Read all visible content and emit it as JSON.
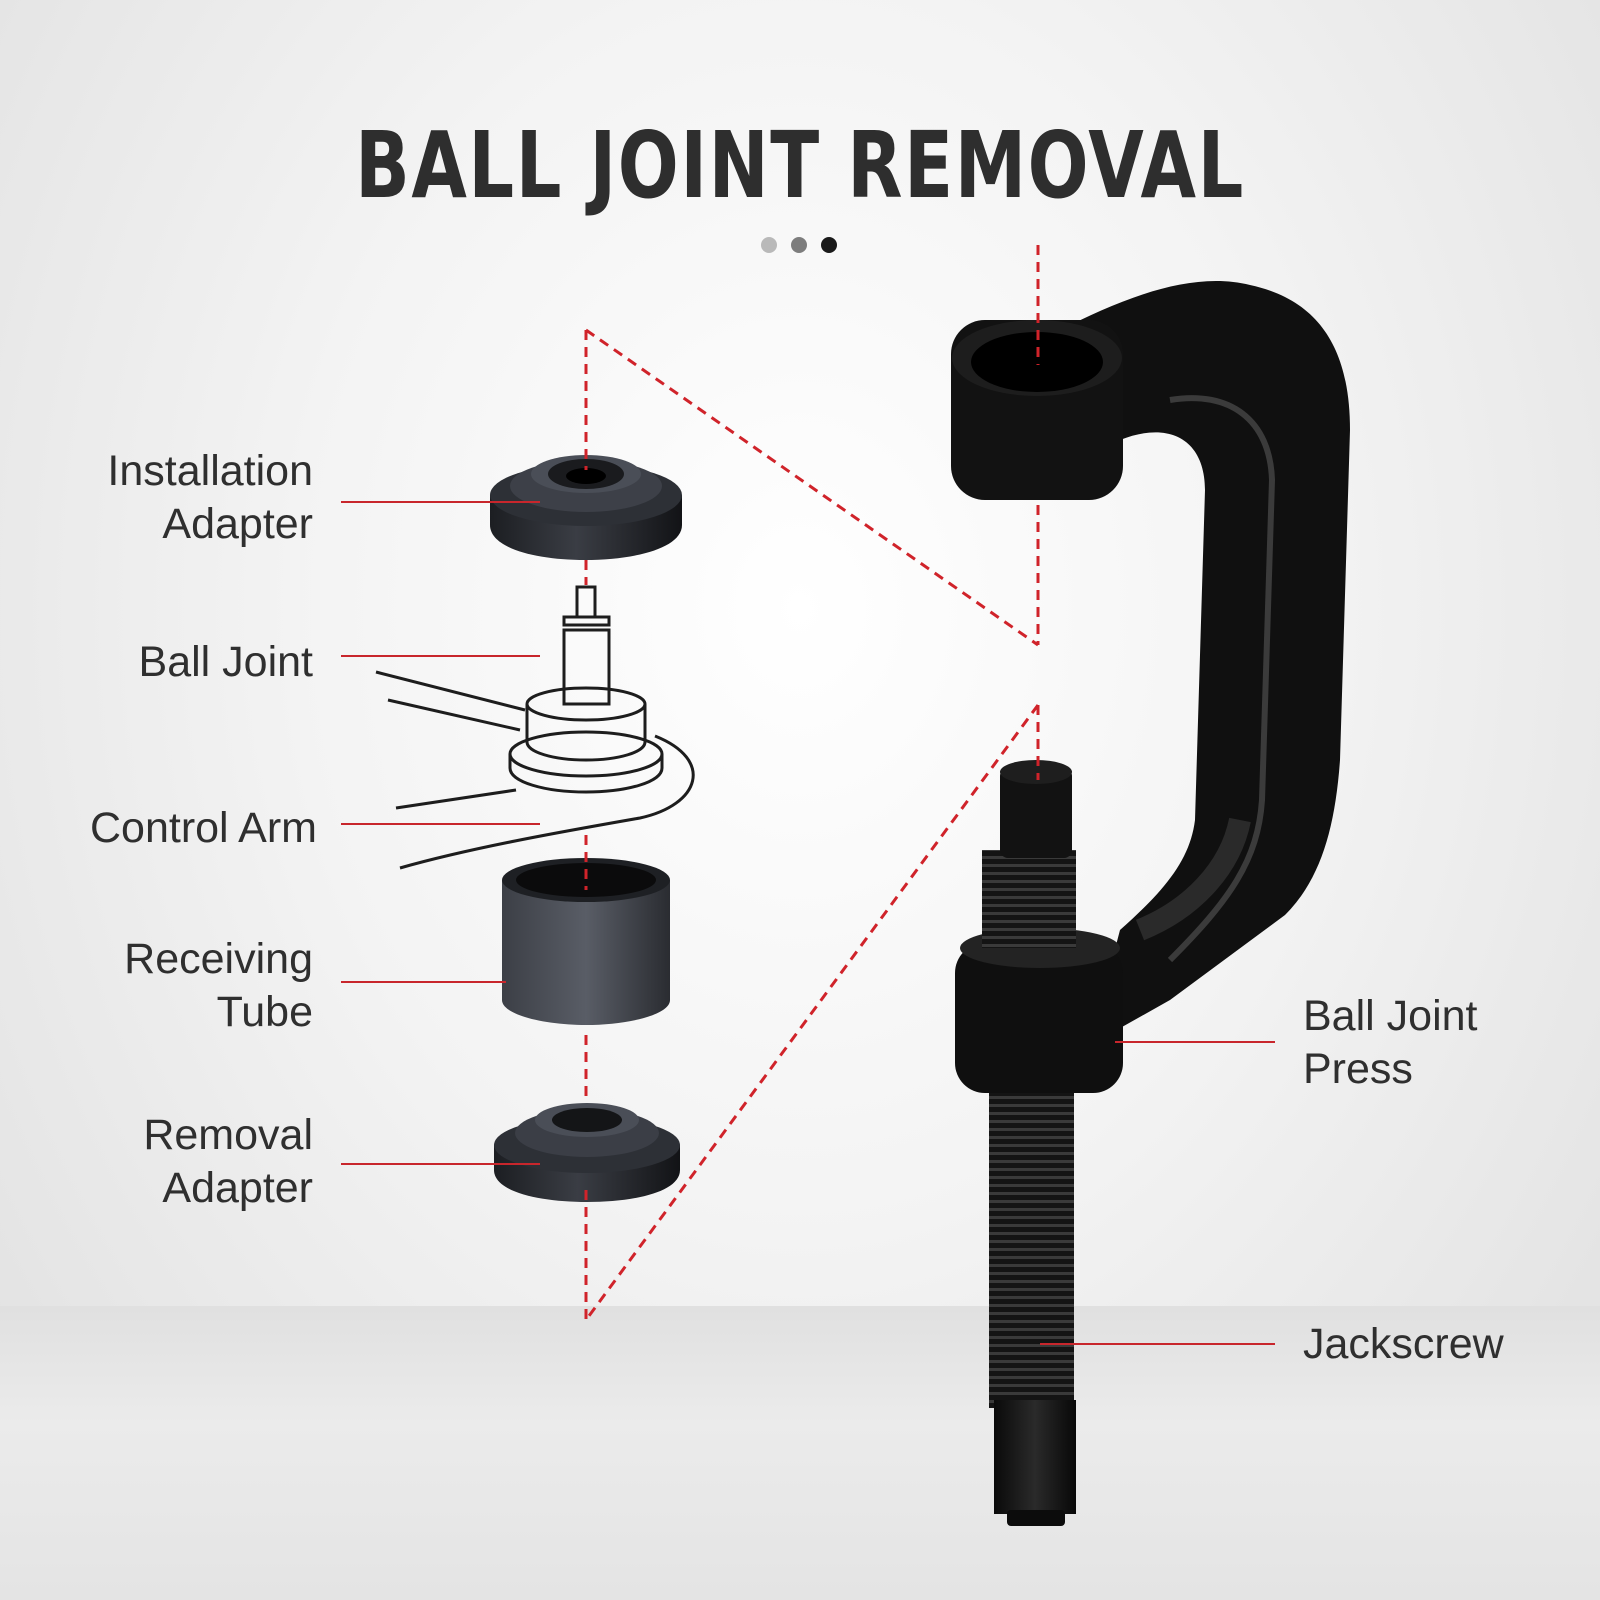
{
  "title": "BALL JOINT REMOVAL",
  "pager": {
    "dots": [
      {
        "color": "#b9b9b9",
        "active": false
      },
      {
        "color": "#7d7d7d",
        "active": false
      },
      {
        "color": "#1a1a1a",
        "active": true
      }
    ]
  },
  "labels": {
    "installation_adapter": [
      "Installation",
      "Adapter"
    ],
    "ball_joint": [
      "Ball Joint"
    ],
    "control_arm": [
      "Control Arm"
    ],
    "receiving_tube": [
      "Receiving",
      "Tube"
    ],
    "removal_adapter": [
      "Removal",
      "Adapter"
    ],
    "ball_joint_press": [
      "Ball Joint",
      "Press"
    ],
    "jackscrew": [
      "Jackscrew"
    ]
  },
  "colors": {
    "leader": "#c8262c",
    "dashed": "#d0232a",
    "text": "#2f2f2f",
    "tool": "#111111"
  }
}
